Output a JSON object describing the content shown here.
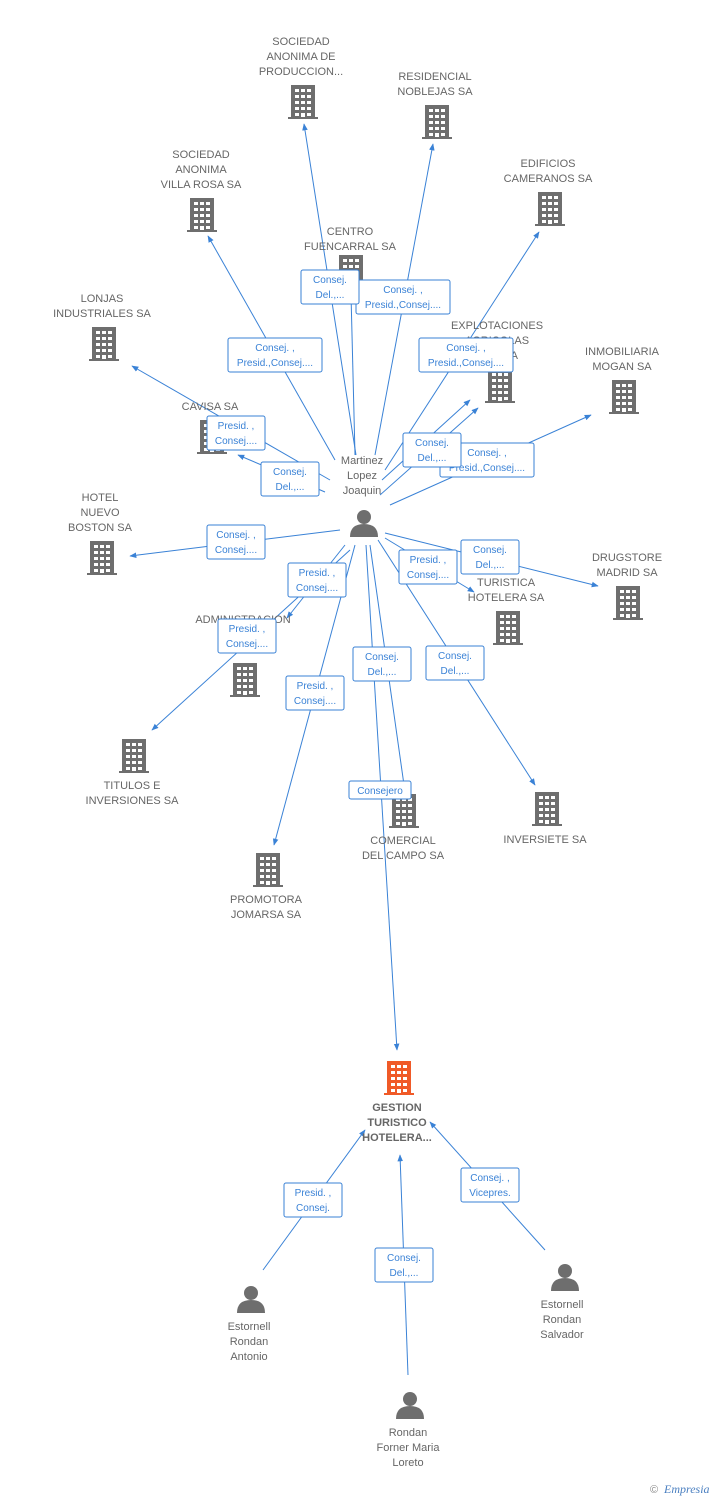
{
  "colors": {
    "accent": "#3a82d6",
    "company": "#6e6e6e",
    "target": "#f05a28",
    "person": "#6e6e6e",
    "text": "#666666"
  },
  "nodes": [
    {
      "id": "soc-anon-produccion",
      "kind": "company",
      "label": [
        "SOCIEDAD",
        "ANONIMA DE",
        "PRODUCCION..."
      ]
    },
    {
      "id": "residencial-noblejas",
      "kind": "company",
      "label": [
        "RESIDENCIAL",
        "NOBLEJAS SA"
      ]
    },
    {
      "id": "soc-anon-villa-rosa",
      "kind": "company",
      "label": [
        "SOCIEDAD",
        "ANONIMA",
        "VILLA ROSA SA"
      ]
    },
    {
      "id": "edificios-cameranos",
      "kind": "company",
      "label": [
        "EDIFICIOS",
        "CAMERANOS SA"
      ]
    },
    {
      "id": "centro-fuencarral",
      "kind": "company",
      "label": [
        "CENTRO",
        "FUENCARRAL SA"
      ]
    },
    {
      "id": "lonjas-industriales",
      "kind": "company",
      "label": [
        "LONJAS",
        "INDUSTRIALES SA"
      ]
    },
    {
      "id": "explotaciones",
      "kind": "company",
      "label": [
        "EXPLOTACIONES",
        "AGRICOLAS",
        "...TO SA"
      ]
    },
    {
      "id": "inmobiliaria-mogan",
      "kind": "company",
      "label": [
        "INMOBILIARIA",
        "MOGAN SA"
      ]
    },
    {
      "id": "cavisa",
      "kind": "company",
      "label": [
        "CAVISA SA"
      ]
    },
    {
      "id": "hotel-nuevo-boston",
      "kind": "company",
      "label": [
        "HOTEL",
        "NUEVO",
        "BOSTON SA"
      ]
    },
    {
      "id": "turistica-hotelera",
      "kind": "company",
      "label": [
        "...SA",
        "TURISTICA",
        "HOTELERA SA"
      ]
    },
    {
      "id": "drugstore-madrid",
      "kind": "company",
      "label": [
        "DRUGSTORE",
        "MADRID SA"
      ]
    },
    {
      "id": "administracion",
      "kind": "company",
      "label": [
        "ADMINISTRACION",
        "EX..."
      ]
    },
    {
      "id": "titulos-inversiones",
      "kind": "company",
      "label": [
        "TITULOS E",
        "INVERSIONES SA"
      ]
    },
    {
      "id": "inversiete",
      "kind": "company",
      "label": [
        "INVERSIETE SA"
      ]
    },
    {
      "id": "comercial-campo",
      "kind": "company",
      "label": [
        "COMERCIAL",
        "DEL CAMPO SA"
      ]
    },
    {
      "id": "promotora-jomarsa",
      "kind": "company",
      "label": [
        "PROMOTORA",
        "JOMARSA SA"
      ]
    },
    {
      "id": "gestion-turistico",
      "kind": "target",
      "label": [
        "GESTION",
        "TURISTICO",
        "HOTELERA..."
      ]
    },
    {
      "id": "martinez",
      "kind": "person",
      "label": [
        "Martinez",
        "Lopez",
        "Joaquin"
      ]
    },
    {
      "id": "estornell-antonio",
      "kind": "person",
      "label": [
        "Estornell",
        "Rondan",
        "Antonio"
      ]
    },
    {
      "id": "estornell-salvador",
      "kind": "person",
      "label": [
        "Estornell",
        "Rondan",
        "Salvador"
      ]
    },
    {
      "id": "rondan-forner",
      "kind": "person",
      "label": [
        "Rondan",
        "Forner Maria",
        "Loreto"
      ]
    }
  ],
  "edges": [
    {
      "from": "martinez",
      "to": "soc-anon-produccion",
      "label": []
    },
    {
      "from": "martinez",
      "to": "residencial-noblejas",
      "label": [
        "Consej. ,",
        "Presid.,Consej...."
      ]
    },
    {
      "from": "martinez",
      "to": "soc-anon-villa-rosa",
      "label": [
        "Consej. ,",
        "Presid.,Consej...."
      ]
    },
    {
      "from": "martinez",
      "to": "centro-fuencarral",
      "label": [
        "Consej.",
        "Del.,..."
      ]
    },
    {
      "from": "martinez",
      "to": "edificios-cameranos",
      "label": [
        "Consej. ,",
        "Presid.,Consej...."
      ]
    },
    {
      "from": "martinez",
      "to": "explotaciones",
      "label": [
        "Consej. ,",
        "Presid.,Consej...."
      ]
    },
    {
      "from": "martinez",
      "to": "lonjas-industriales",
      "label": [
        "Presid. ,",
        "Consej...."
      ]
    },
    {
      "from": "martinez",
      "to": "cavisa",
      "label": [
        "Consej.",
        "Del.,..."
      ]
    },
    {
      "from": "martinez",
      "to": "inmobiliaria-mogan",
      "label": [
        "Consej. ,",
        "Presid.,Consej...."
      ]
    },
    {
      "from": "martinez",
      "to": "explotaciones",
      "label": [
        "Consej.",
        "Del.,..."
      ]
    },
    {
      "from": "martinez",
      "to": "hotel-nuevo-boston",
      "label": [
        "Consej. ,",
        "Consej...."
      ]
    },
    {
      "from": "martinez",
      "to": "drugstore-madrid",
      "label": [
        "Consej.",
        "Del.,..."
      ]
    },
    {
      "from": "martinez",
      "to": "turistica-hotelera",
      "label": [
        "Presid. ,",
        "Consej...."
      ]
    },
    {
      "from": "martinez",
      "to": "administracion",
      "label": [
        "Presid. ,",
        "Consej...."
      ]
    },
    {
      "from": "martinez",
      "to": "titulos-inversiones",
      "label": [
        "Presid. ,",
        "Consej...."
      ]
    },
    {
      "from": "martinez",
      "to": "comercial-campo",
      "label": [
        "Consej.",
        "Del.,..."
      ]
    },
    {
      "from": "martinez",
      "to": "inversiete",
      "label": [
        "Consej.",
        "Del.,..."
      ]
    },
    {
      "from": "martinez",
      "to": "promotora-jomarsa",
      "label": [
        "Presid. ,",
        "Consej...."
      ]
    },
    {
      "from": "martinez",
      "to": "gestion-turistico",
      "label": [
        "Consejero"
      ]
    },
    {
      "from": "estornell-antonio",
      "to": "gestion-turistico",
      "label": [
        "Presid. ,",
        "Consej."
      ]
    },
    {
      "from": "rondan-forner",
      "to": "gestion-turistico",
      "label": [
        "Consej.",
        "Del.,..."
      ]
    },
    {
      "from": "estornell-salvador",
      "to": "gestion-turistico",
      "label": [
        "Consej. ,",
        "Vicepres."
      ]
    }
  ],
  "footer": {
    "copyright": "©",
    "brand": "Empresia"
  }
}
